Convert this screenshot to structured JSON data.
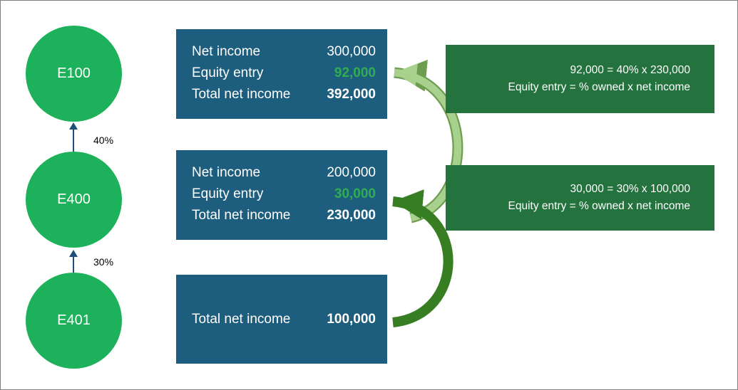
{
  "colors": {
    "circle_green": "#1cb15a",
    "blue_box": "#1d5d7d",
    "green_box": "#24723e",
    "equity_green": "#30ad52",
    "ownership_arrow": "#1f4e79",
    "flow_arrow_light": "#a9d18e",
    "flow_arrow_light_outline": "#6d9e4f",
    "flow_arrow_dark": "#377d22",
    "text_light": "#ffffff"
  },
  "entities": [
    {
      "label": "E100"
    },
    {
      "label": "E400"
    },
    {
      "label": "E401"
    }
  ],
  "ownership": [
    {
      "label": "40%",
      "from": "E400",
      "to": "E100"
    },
    {
      "label": "30%",
      "from": "E401",
      "to": "E400"
    }
  ],
  "income_boxes": [
    {
      "entity": "E100",
      "rows": [
        {
          "label": "Net income",
          "value": "300,000"
        },
        {
          "label": "Equity entry",
          "value": "92,000"
        },
        {
          "label": "Total net income",
          "value": "392,000"
        }
      ]
    },
    {
      "entity": "E400",
      "rows": [
        {
          "label": "Net income",
          "value": "200,000"
        },
        {
          "label": "Equity entry",
          "value": "30,000"
        },
        {
          "label": "Total net income",
          "value": "230,000"
        }
      ]
    },
    {
      "entity": "E401",
      "rows": [
        {
          "label": "Total net income",
          "value": "100,000"
        }
      ]
    }
  ],
  "annotations": [
    {
      "line1": "92,000 = 40% x 230,000",
      "line2": "Equity entry = % owned x net income"
    },
    {
      "line1": "30,000 = 30% x 100,000",
      "line2": "Equity entry = % owned x net income"
    }
  ]
}
